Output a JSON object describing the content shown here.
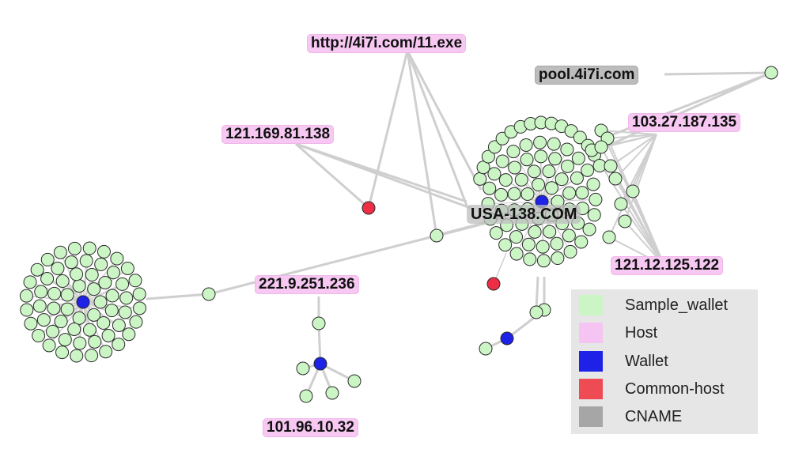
{
  "diagram": {
    "labels": {
      "exe": "http://4i7i.com/11.exe",
      "pool": "pool.4i7i.com",
      "ip_121_169": "121.169.81.138",
      "ip_103": "103.27.187.135",
      "usa": "USA-138.COM",
      "ip_121_12": "121.12.125.122",
      "ip_221": "221.9.251.236",
      "ip_101": "101.96.10.32"
    },
    "legend": [
      {
        "label": "Sample_wallet",
        "color": "#ccf5c6"
      },
      {
        "label": "Host",
        "color": "#f5c4f2"
      },
      {
        "label": "Wallet",
        "color": "#1d22e6"
      },
      {
        "label": "Common-host",
        "color": "#ee4b55"
      },
      {
        "label": "CNAME",
        "color": "#a6a6a6"
      }
    ],
    "colors": {
      "sample_wallet": "#ccf5c6",
      "wallet": "#1d22e6",
      "common_host": "#ee2e45",
      "edge": "#cfcfcf"
    }
  }
}
